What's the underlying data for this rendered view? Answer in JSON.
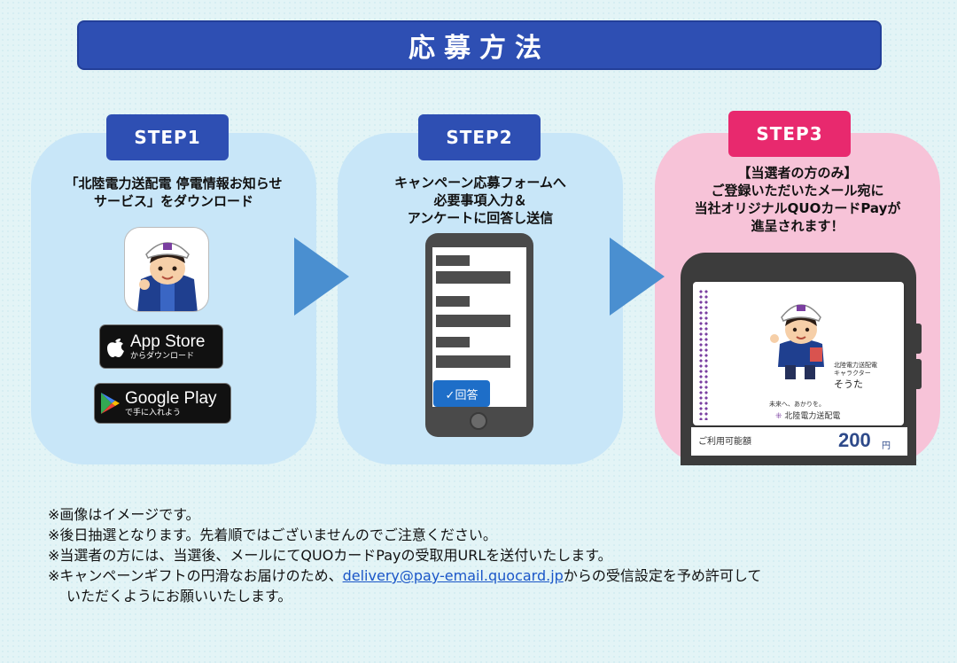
{
  "header": {
    "title": "応募方法"
  },
  "steps": [
    {
      "label": "STEP1",
      "desc": [
        "「北陸電力送配電 停電情報お知らせ",
        "サービス」をダウンロード"
      ]
    },
    {
      "label": "STEP2",
      "desc": [
        "キャンペーン応募フォームへ",
        "必要事項入力＆",
        "アンケートに回答し送信"
      ]
    },
    {
      "label": "STEP3",
      "desc": [
        "【当選者の方のみ】",
        "ご登録いただいたメール宛に",
        "当社オリジナルQUOカードPayが",
        "進呈されます！"
      ]
    }
  ],
  "store": {
    "apple_main": "App Store",
    "apple_sub": "からダウンロード",
    "google_main": "Google Play",
    "google_sub": "で手に入れよう"
  },
  "form": {
    "answer_button": "✓回答"
  },
  "card": {
    "company_small": "北陸電力送配電",
    "character_label": "キャラクター",
    "character_name": "そうた",
    "tagline": "未来へ、あかりを。",
    "brand": "北陸電力送配電",
    "balance_label": "ご利用可能額",
    "balance_amount": "200",
    "balance_unit": "円"
  },
  "notes": {
    "n1": "※画像はイメージです。",
    "n2": "※後日抽選となります。先着順ではございませんのでご注意ください。",
    "n3": "※当選者の方には、当選後、メールにてQUOカードPayの受取用URLを送付いたします。",
    "n4_pre": "※キャンペーンギフトの円滑なお届けのため、",
    "n4_link": "delivery@pay-email.quocard.jp",
    "n4_post": "からの受信設定を予め許可して",
    "n4_cont": "いただくようにお願いいたします。"
  },
  "colors": {
    "title_bg": "#2e4fb3",
    "step_blue": "#2e4fb3",
    "step_pink": "#e8296e",
    "panel_blue": "#c8e6f8",
    "panel_pink": "#f7c3d8",
    "arrow": "#4a8fd0"
  }
}
